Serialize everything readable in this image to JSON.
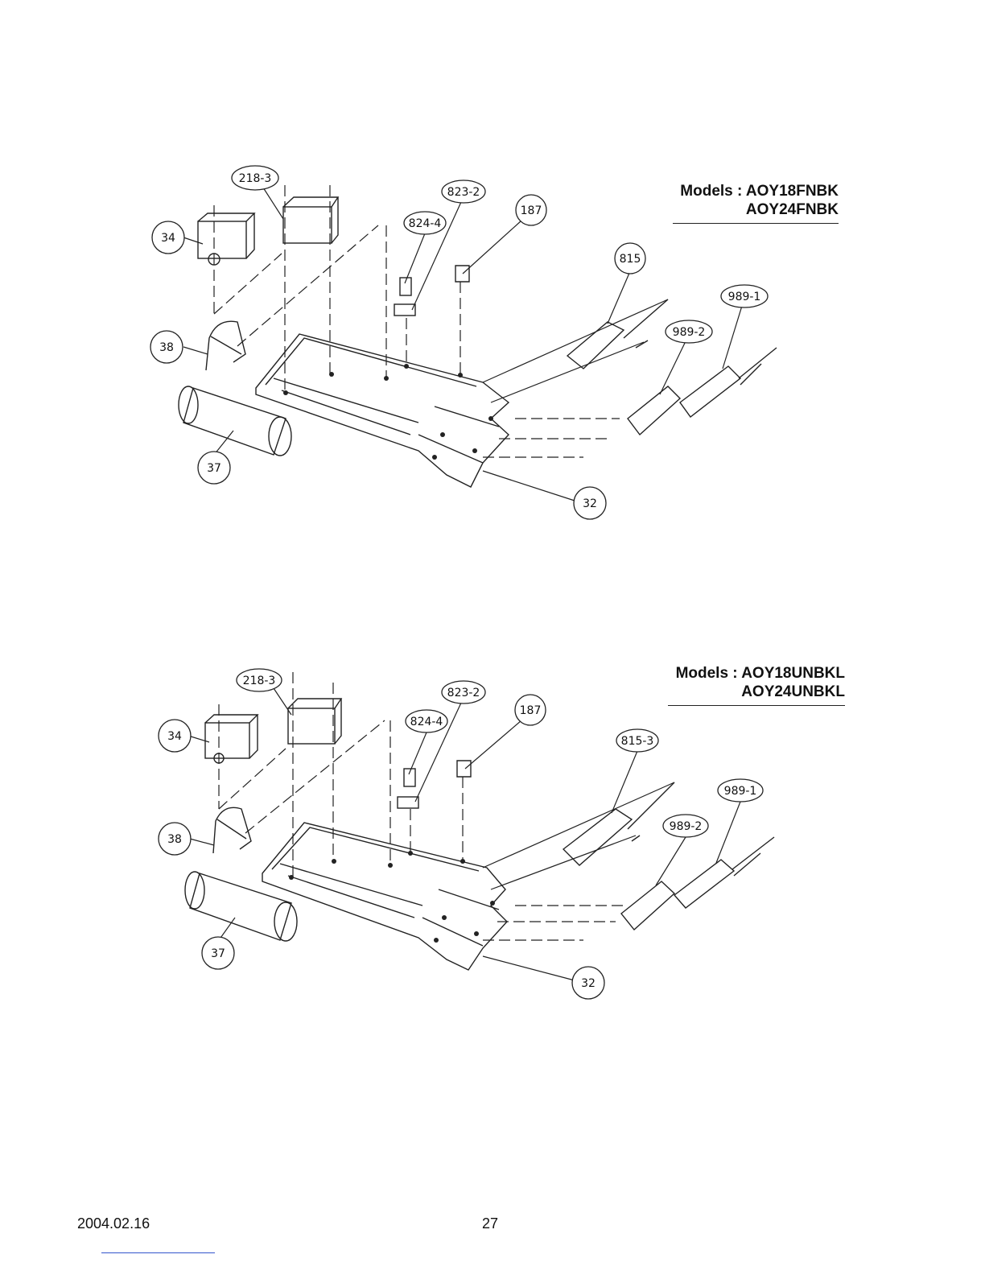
{
  "diagrams": [
    {
      "models_line1": "Models : AOY18FNBK",
      "models_line2": "AOY24FNBK",
      "callouts": [
        "218-3",
        "823-2",
        "824-4",
        "187",
        "34",
        "815",
        "989-1",
        "989-2",
        "38",
        "37",
        "32"
      ]
    },
    {
      "models_line1": "Models : AOY18UNBKL",
      "models_line2": "AOY24UNBKL",
      "callouts": [
        "218-3",
        "823-2",
        "824-4",
        "187",
        "34",
        "815-3",
        "989-1",
        "989-2",
        "38",
        "37",
        "32"
      ]
    }
  ],
  "footer": {
    "date": "2004.02.16",
    "page": "27"
  }
}
